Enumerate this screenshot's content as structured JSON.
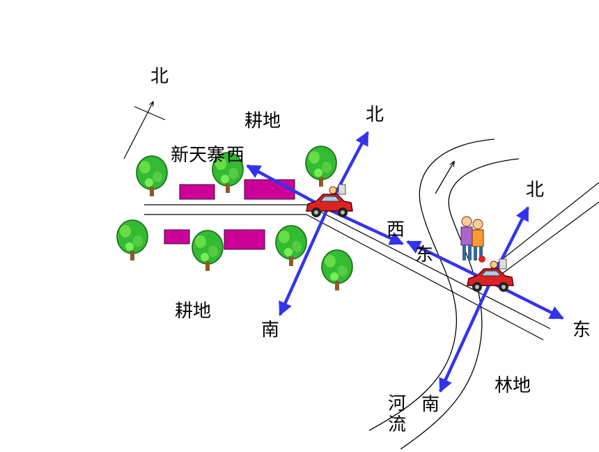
{
  "compass_north": "北",
  "labels": {
    "farmland_top": "耕地",
    "farmland_bottom": "耕地",
    "village": "新天寨",
    "woodland": "林地",
    "river_line1": "河",
    "river_line2": "流"
  },
  "directions": {
    "car1": {
      "north": "北",
      "south": "南",
      "west": "西",
      "east": "东"
    },
    "car2": {
      "north": "北",
      "south": "南",
      "west": "西",
      "east": "东"
    }
  },
  "colors": {
    "arrow": "#3333ee",
    "house": "#cc0099",
    "tree": "#22aa22",
    "car": "#dd2222"
  },
  "icons": [
    "tree-icon",
    "car-icon",
    "people-icon",
    "compass-icon"
  ]
}
